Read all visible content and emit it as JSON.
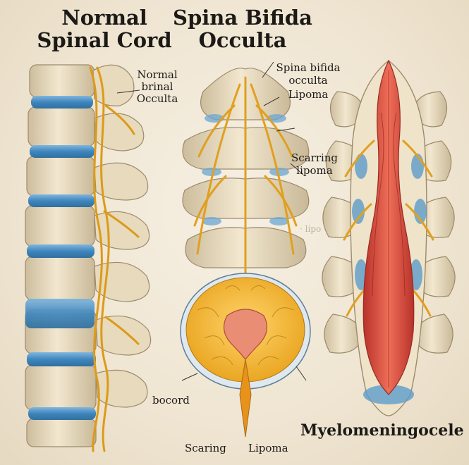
{
  "titles": {
    "normal_line1": "Normal",
    "normal_line2": "Spinal Cord",
    "occulta_line1": "Spina Bifida",
    "occulta_line2": "Occulta"
  },
  "labels": {
    "normal_brinal_occulta": [
      "Normal",
      "brinal",
      "Occulta"
    ],
    "spina_bifida_occulta": [
      "Spina bifida",
      "occulta"
    ],
    "lipoma": "Lipoma",
    "scarring_lipoma": [
      "Scarring",
      "lipoma"
    ],
    "faint_lipo": "· lipo",
    "bocord": "bocord",
    "bottom_scaring": "Scaring",
    "bottom_lipoma": "Lipoma",
    "myelomeningocele": "Myelomeningocele"
  },
  "colors": {
    "background": "#f1e8d6",
    "bone": "#e9dcc0",
    "bone_shadow": "#b9aa8c",
    "disc_blue": "#4f93c6",
    "nerve_orange": "#e0a020",
    "cord_red": "#d64a3a",
    "fat_yellow": "#f2b530"
  }
}
